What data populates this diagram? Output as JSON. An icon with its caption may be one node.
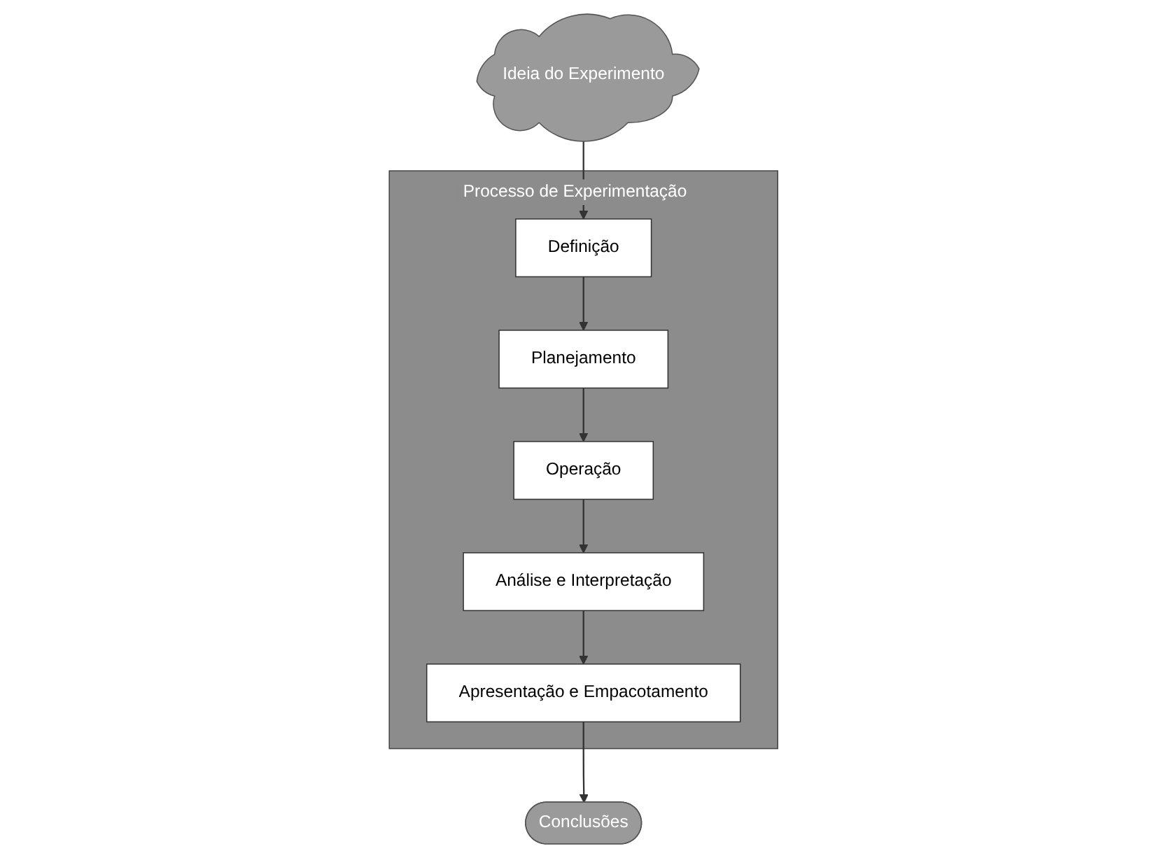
{
  "diagram": {
    "nodes": [
      {
        "text": [
          "Ideia do Experimento"
        ]
      },
      {
        "text": [
          "Processo de Experimentação"
        ]
      },
      {
        "text": [
          "Definição"
        ],
        "in": 1
      },
      {
        "text": [
          "Planejamento"
        ],
        "in": 1
      },
      {
        "text": [
          "Operação"
        ],
        "in": 1
      },
      {
        "text": [
          "Análise e Interpretação"
        ],
        "in": 1
      },
      {
        "text": [
          "Apresentação e Empacotamento"
        ],
        "in": 1
      },
      {
        "text": [
          "Conclusões"
        ]
      }
    ],
    "edges": [
      {
        "from": 0,
        "to": 2,
        "arrow": "to"
      },
      {
        "from": 2,
        "to": 3,
        "arrow": "to"
      },
      {
        "from": 3,
        "to": 4,
        "arrow": "to"
      },
      {
        "from": 4,
        "to": 5,
        "arrow": "to"
      },
      {
        "from": 5,
        "to": 6,
        "arrow": "to"
      },
      {
        "from": 6,
        "to": 7,
        "arrow": "to"
      }
    ]
  }
}
